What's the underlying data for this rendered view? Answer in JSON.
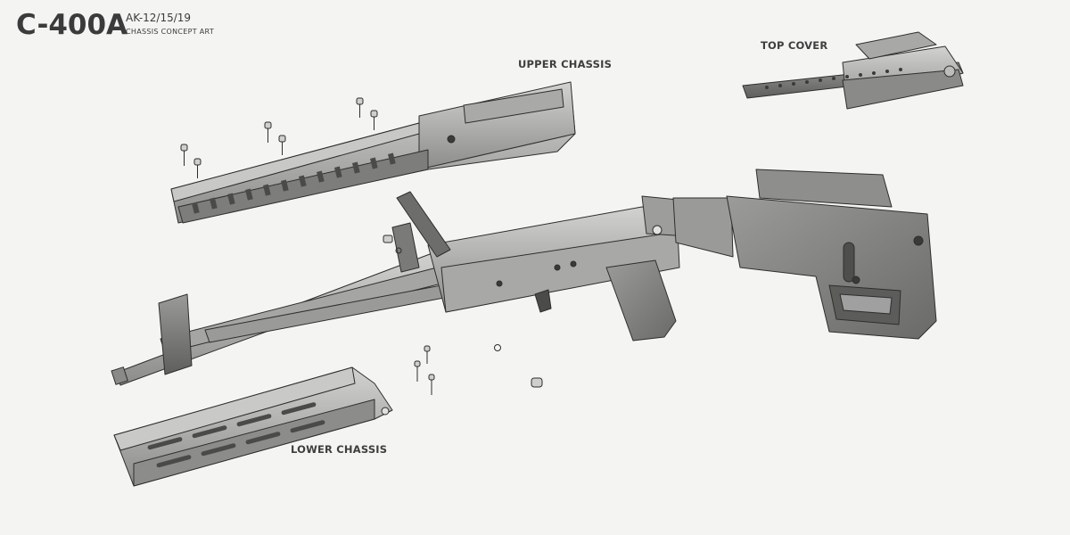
{
  "header": {
    "title": "C-400A",
    "model": "AK-12/15/19",
    "caption": "CHASSIS CONCEPT ART"
  },
  "labels": {
    "upper_chassis": "UPPER CHASSIS",
    "top_cover": "TOP COVER",
    "lower_chassis": "LOWER CHASSIS"
  },
  "colors": {
    "background": "#f4f4f3",
    "metal_light": "#b8b8b6",
    "metal_mid": "#8f8f8d",
    "metal_dark": "#5d5d5b",
    "polymer": "#7a7a78",
    "outline": "#2e2e2e"
  }
}
